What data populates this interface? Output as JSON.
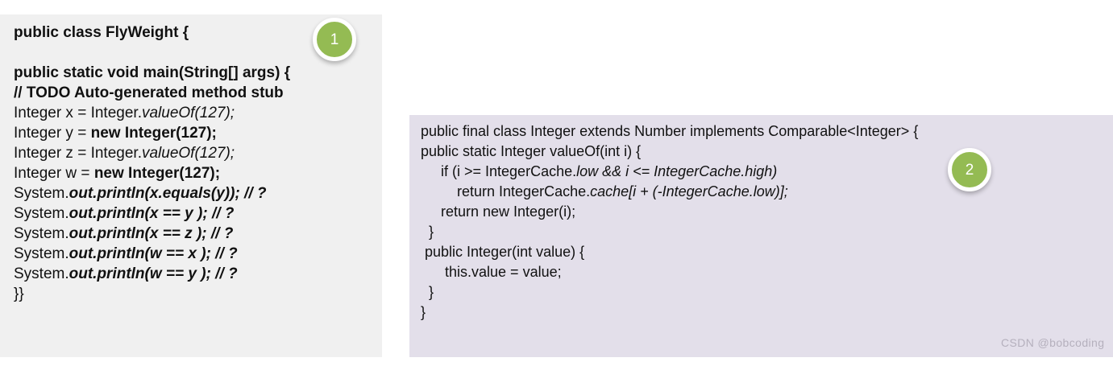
{
  "left_panel": {
    "name": "flyweight-example-code",
    "background": "#f0f0f0",
    "badge": {
      "label": "1",
      "color": "#94bb53"
    },
    "lines": [
      [
        {
          "t": "public class FlyWeight {",
          "s": "b"
        }
      ],
      [
        {
          "t": "",
          "s": "n"
        }
      ],
      [
        {
          "t": "public static void main(String[] args) {",
          "s": "b"
        }
      ],
      [
        {
          "t": "// TODO Auto-generated method stub",
          "s": "b"
        }
      ],
      [
        {
          "t": "Integer x = Integer.",
          "s": "n"
        },
        {
          "t": "valueOf(127);",
          "s": "i"
        }
      ],
      [
        {
          "t": "Integer y = ",
          "s": "n"
        },
        {
          "t": "new Integer(127);",
          "s": "b"
        }
      ],
      [
        {
          "t": "Integer z = Integer.",
          "s": "n"
        },
        {
          "t": "valueOf(127);",
          "s": "i"
        }
      ],
      [
        {
          "t": "Integer w = ",
          "s": "n"
        },
        {
          "t": "new Integer(127);",
          "s": "b"
        }
      ],
      [
        {
          "t": "System.",
          "s": "n"
        },
        {
          "t": "out.println(x.equals(y)); // ?",
          "s": "bi"
        }
      ],
      [
        {
          "t": "System.",
          "s": "n"
        },
        {
          "t": "out.println(x == y ); // ?",
          "s": "bi"
        }
      ],
      [
        {
          "t": "System.",
          "s": "n"
        },
        {
          "t": "out.println(x == z ); // ?",
          "s": "bi"
        }
      ],
      [
        {
          "t": "System.",
          "s": "n"
        },
        {
          "t": "out.println(w == x ); // ?",
          "s": "bi"
        }
      ],
      [
        {
          "t": "System.",
          "s": "n"
        },
        {
          "t": "out.println(w == y ); // ?",
          "s": "bi"
        }
      ],
      [
        {
          "t": "}}",
          "s": "n"
        }
      ]
    ]
  },
  "right_panel": {
    "name": "integer-valueof-source-code",
    "background": "#e3dfea",
    "badge": {
      "label": "2",
      "color": "#94bb53"
    },
    "lines": [
      [
        {
          "t": "public final class Integer extends Number implements Comparable<Integer> {",
          "s": "n"
        }
      ],
      [
        {
          "t": "public static Integer valueOf(int i) {",
          "s": "n"
        }
      ],
      [
        {
          "t": "     if (i >= IntegerCache.",
          "s": "n"
        },
        {
          "t": "low && i <= IntegerCache.high)",
          "s": "i"
        }
      ],
      [
        {
          "t": "         return IntegerCache.",
          "s": "n"
        },
        {
          "t": "cache[i + (-IntegerCache.low)];",
          "s": "i"
        }
      ],
      [
        {
          "t": "     return new Integer(i);",
          "s": "n"
        }
      ],
      [
        {
          "t": "  }",
          "s": "n"
        }
      ],
      [
        {
          "t": " public Integer(int value) {",
          "s": "n"
        }
      ],
      [
        {
          "t": "      this.value = value;",
          "s": "n"
        }
      ],
      [
        {
          "t": "  }",
          "s": "n"
        }
      ],
      [
        {
          "t": "}",
          "s": "n"
        }
      ]
    ]
  },
  "watermark": {
    "text": "CSDN @bobcoding"
  }
}
